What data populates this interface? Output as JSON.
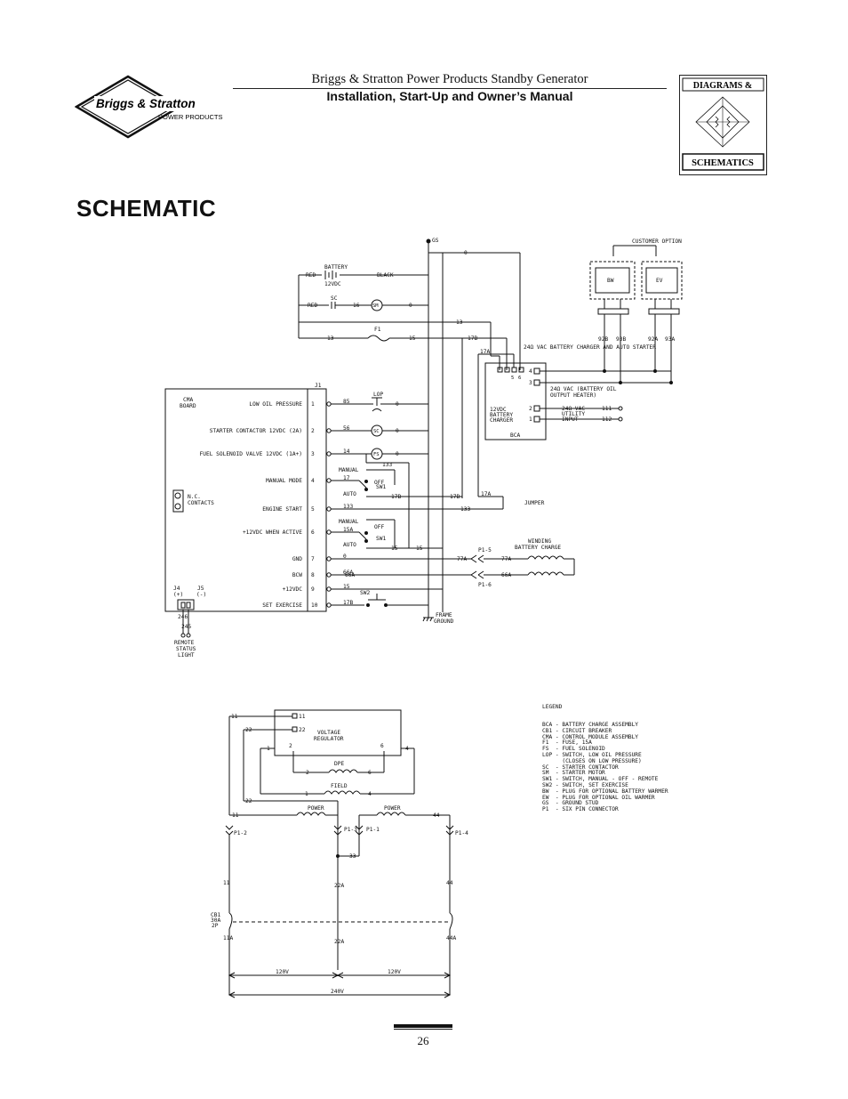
{
  "header": {
    "line1": "Briggs & Stratton Power Products Standby Generator",
    "line2": "Installation, Start-Up and Owner’s Manual"
  },
  "logo": {
    "brand": "Briggs & Stratton",
    "tagline": "POWER PRODUCTS"
  },
  "badge": {
    "top": "DIAGRAMS &",
    "bottom": "SCHEMATICS"
  },
  "page_title": "SCHEMATIC",
  "schematic": {
    "gs": "GS",
    "customer_option": "CUSTOMER OPTION",
    "bw": "BW",
    "ev": "EV",
    "plug_wires": [
      "92B",
      "93B",
      "92A",
      "93A"
    ],
    "battery": "BATTERY",
    "battery_voltage": "12VDC",
    "red": "RED",
    "black": "BLACK",
    "sc": "SC",
    "sm": "SM",
    "f1": "F1",
    "lop": "LOP",
    "fs": "FS",
    "wire_0": "0",
    "wire_13": "13",
    "wire_15": "15",
    "wire_16": "16",
    "wire_17B": "17B",
    "wire_17A": "17A",
    "bca_title": "24Ω VAC BATTERY CHARGER AND AUTO STARTER",
    "bca_line1": "24Ω VAC (BATTERY OIL",
    "bca_line2": "OUTPUT HEATER)",
    "bca_util1": "24Ω VAC",
    "bca_util2": "UTILITY",
    "bca_util3": "INPUT",
    "bca_charger1": "12VDC",
    "bca_charger2": "BATTERY",
    "bca_charger3": "CHARGER",
    "bca": "BCA",
    "j1": "J1",
    "cma1": "CMA",
    "cma2": "BOARD",
    "nc1": "N.C.",
    "nc2": "CONTACTS",
    "terminals": [
      {
        "n": "1",
        "label": "LOW OIL PRESSURE",
        "wire": "85"
      },
      {
        "n": "2",
        "label": "STARTER CONTACTOR 12VDC (2A)",
        "wire": "56"
      },
      {
        "n": "3",
        "label": "FUEL SOLENOID VALVE 12VDC (1A+)",
        "wire": "14"
      },
      {
        "n": "4",
        "label": "MANUAL MODE",
        "wire": "17"
      },
      {
        "n": "5",
        "label": "ENGINE START",
        "wire": "133"
      },
      {
        "n": "6",
        "label": "+12VDC WHEN ACTIVE",
        "wire": "15A"
      },
      {
        "n": "7",
        "label": "GND",
        "wire": "0"
      },
      {
        "n": "8",
        "label": "BCW",
        "wire": "66A"
      },
      {
        "n": "9",
        "label": "+12VDC",
        "wire": "15"
      },
      {
        "n": "10",
        "label": "SET EXERCISE",
        "wire": "17B"
      }
    ],
    "manual": "MANUAL",
    "off": "OFF",
    "auto": "AUTO",
    "sw1": "SW1",
    "sw2": "SW2",
    "jumper": "JUMPER",
    "winding1": "WINDING",
    "winding2": "BATTERY CHARGE",
    "p1_5": "P1-5",
    "p1_6": "P1-6",
    "w77a": "77A",
    "w66a": "66A",
    "frame1": "FRAME",
    "frame2": "GROUND",
    "j4": "J4",
    "j5": "J5",
    "j4s": "(+)",
    "j5s": "(-)",
    "w246": "246",
    "w245": "245",
    "remote1": "REMOTE",
    "remote2": "STATUS",
    "remote3": "LIGHT",
    "vr1": "VOLTAGE",
    "vr2": "REGULATOR",
    "dpe": "DPE",
    "field": "FIELD",
    "power": "POWER",
    "w11": "11",
    "w22": "22",
    "w33": "33",
    "w44": "44",
    "w1": "1",
    "w2": "2",
    "w4": "4",
    "w6": "6",
    "p1_1": "P1-1",
    "p1_2": "P1-2",
    "p1_3": "P1-3",
    "p1_4": "P1-4",
    "w22a": "22A",
    "w11a": "11A",
    "w44a": "44A",
    "cb1a": "CB1",
    "cb1b": "30A",
    "cb1c": "2P",
    "v120": "120V",
    "v240": "240V"
  },
  "legend": {
    "title": "LEGEND",
    "items": [
      "BCA - BATTERY CHARGE ASSEMBLY",
      "CB1 - CIRCUIT BREAKER",
      "CMA - CONTROL MODULE ASSEMBLY",
      "F1  - FUSE, 15A",
      "FS  - FUEL SOLENOID",
      "LOP - SWITCH, LOW OIL PRESSURE",
      "      (CLOSES ON LOW PRESSURE)",
      "SC  - STARTER CONTACTOR",
      "SM  - STARTER MOTOR",
      "SW1 - SWITCH, MANUAL - OFF - REMOTE",
      "SW2 - SWITCH, SET EXERCISE",
      "BW  - PLUG FOR OPTIONAL BATTERY WARMER",
      "EW  - PLUG FOR OPTIONAL OIL WARMER",
      "GS  - GROUND STUD",
      "P1  - SIX PIN CONNECTOR"
    ]
  },
  "page_number": "26"
}
